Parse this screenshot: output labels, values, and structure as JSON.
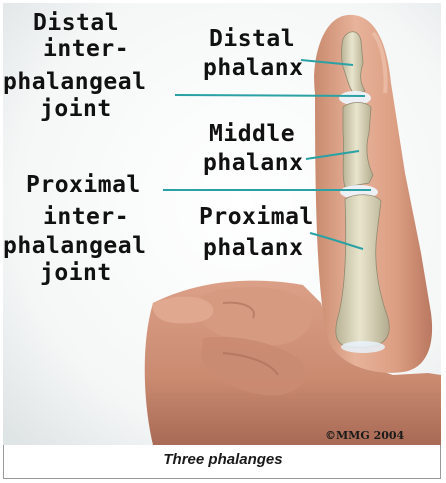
{
  "labels": {
    "distal_ip_joint": [
      "Distal",
      "inter-",
      "phalangeal",
      "joint"
    ],
    "distal_phalanx": [
      "Distal",
      "phalanx"
    ],
    "middle_phalanx": [
      "Middle",
      "phalanx"
    ],
    "proximal_ip_joint": [
      "Proximal",
      "inter-",
      "phalangeal",
      "joint"
    ],
    "proximal_phalanx": [
      "Proximal",
      "phalanx"
    ]
  },
  "copyright": "©MMG 2004",
  "caption": "Three phalanges",
  "colors": {
    "leader_line": "#2aa1a4",
    "skin": "#d99a7e",
    "bone": "#d8d3b8",
    "joint": "#eef7ff"
  }
}
